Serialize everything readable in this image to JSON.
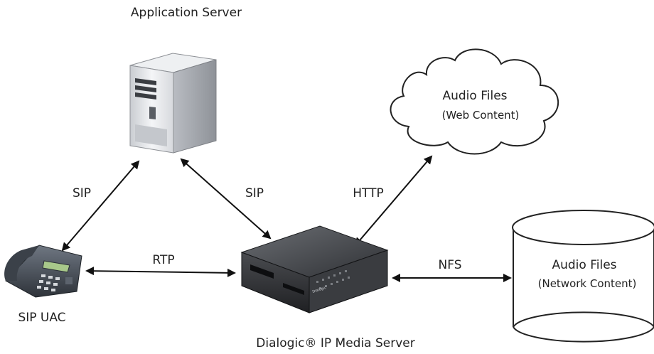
{
  "nodes": {
    "app_server": {
      "label": "Application Server"
    },
    "web_content": {
      "title": "Audio Files",
      "subtitle": "(Web Content)"
    },
    "network_content": {
      "title": "Audio Files",
      "subtitle": "(Network Content)"
    },
    "phone": {
      "label": "SIP UAC"
    },
    "media_server": {
      "label": "Dialogic® IP Media Server",
      "brand_plate": "Dialogic"
    }
  },
  "links": {
    "phone_to_app": "SIP",
    "app_to_media": "SIP",
    "phone_to_media": "RTP",
    "media_to_web": "HTTP",
    "media_to_network": "NFS"
  }
}
